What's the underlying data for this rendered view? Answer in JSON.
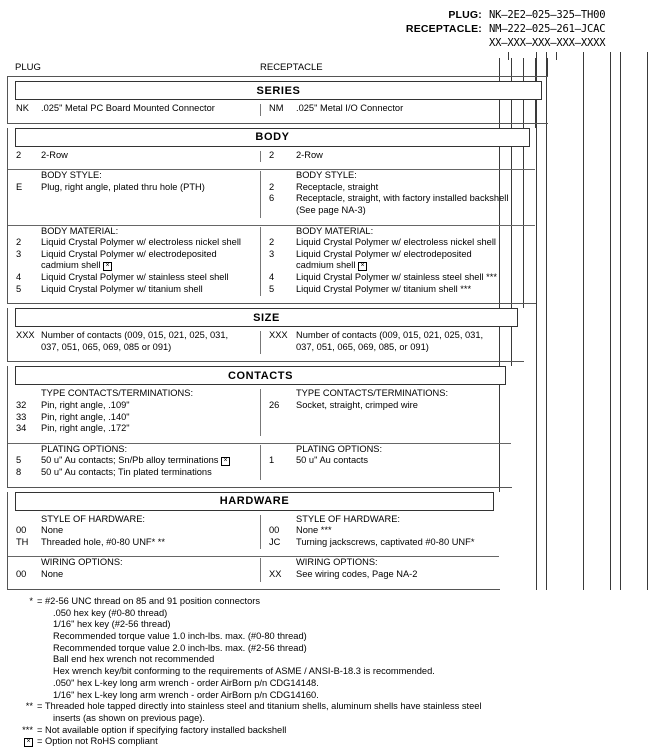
{
  "part_numbers": {
    "plug_label": "PLUG:",
    "receptacle_label": "RECEPTACLE:",
    "plug_value": "NK–2E2–025–325–TH00",
    "receptacle_value": "NM–222–025–261–JCAC",
    "mask_value": "XX–XXX–XXX–XXX–XXXX"
  },
  "columns": {
    "left": "PLUG",
    "right": "RECEPTACLE"
  },
  "sections": [
    {
      "title": "SERIES",
      "left": {
        "header": "",
        "items": [
          {
            "code": "NK",
            "text": ".025\" Metal PC Board Mounted Connector"
          }
        ]
      },
      "right": {
        "header": "",
        "items": [
          {
            "code": "NM",
            "text": ".025\" Metal I/O Connector"
          }
        ]
      }
    },
    {
      "title": "BODY",
      "groups": [
        {
          "left": {
            "header": "",
            "items": [
              {
                "code": "2",
                "text": "2-Row"
              }
            ]
          },
          "right": {
            "header": "",
            "items": [
              {
                "code": "2",
                "text": "2-Row"
              }
            ]
          }
        },
        {
          "left": {
            "header": "BODY STYLE:",
            "items": [
              {
                "code": "E",
                "text": "Plug, right angle, plated thru hole (PTH)"
              }
            ]
          },
          "right": {
            "header": "BODY STYLE:",
            "items": [
              {
                "code": "2",
                "text": "Receptacle, straight"
              },
              {
                "code": "6",
                "text": "Receptacle, straight, with factory installed backshell"
              },
              {
                "code": "",
                "text": "(See page NA-3)"
              }
            ]
          }
        },
        {
          "left": {
            "header": "BODY MATERIAL:",
            "items": [
              {
                "code": "2",
                "text": "Liquid Crystal Polymer w/ electroless nickel shell"
              },
              {
                "code": "3",
                "text": "Liquid Crystal Polymer w/ electrodeposited"
              },
              {
                "code": "",
                "text": "cadmium shell",
                "box": true
              },
              {
                "code": "4",
                "text": "Liquid Crystal Polymer w/ stainless steel shell"
              },
              {
                "code": "5",
                "text": "Liquid Crystal Polymer w/ titanium shell"
              }
            ]
          },
          "right": {
            "header": "BODY MATERIAL:",
            "items": [
              {
                "code": "2",
                "text": "Liquid Crystal Polymer w/ electroless nickel shell"
              },
              {
                "code": "3",
                "text": "Liquid Crystal Polymer w/ electrodeposited"
              },
              {
                "code": "",
                "text": "cadmium shell",
                "box": true
              },
              {
                "code": "4",
                "text": "Liquid Crystal Polymer w/ stainless steel shell ***"
              },
              {
                "code": "5",
                "text": "Liquid Crystal Polymer w/ titanium shell ***"
              }
            ]
          }
        }
      ]
    },
    {
      "title": "SIZE",
      "left": {
        "header": "",
        "items": [
          {
            "code": "XXX",
            "text": "Number of contacts (009, 015, 021, 025, 031,"
          },
          {
            "code": "",
            "text": "037, 051, 065, 069, 085 or 091)"
          }
        ]
      },
      "right": {
        "header": "",
        "items": [
          {
            "code": "XXX",
            "text": "Number of contacts (009, 015, 021, 025, 031,"
          },
          {
            "code": "",
            "text": "037, 051, 065, 069, 085, or 091)"
          }
        ]
      }
    },
    {
      "title": "CONTACTS",
      "groups": [
        {
          "left": {
            "header": "TYPE CONTACTS/TERMINATIONS:",
            "items": [
              {
                "code": "32",
                "text": "Pin, right angle, .109\""
              },
              {
                "code": "33",
                "text": "Pin, right angle, .140\""
              },
              {
                "code": "34",
                "text": "Pin, right angle, .172\""
              }
            ]
          },
          "right": {
            "header": "TYPE CONTACTS/TERMINATIONS:",
            "items": [
              {
                "code": "26",
                "text": "Socket, straight, crimped wire"
              }
            ]
          }
        },
        {
          "left": {
            "header": "PLATING OPTIONS:",
            "items": [
              {
                "code": "5",
                "text": "50 u\" Au contacts; Sn/Pb alloy terminations",
                "box": true
              },
              {
                "code": "8",
                "text": "50 u\" Au contacts; Tin plated terminations"
              }
            ]
          },
          "right": {
            "header": "PLATING OPTIONS:",
            "items": [
              {
                "code": "1",
                "text": "50 u\" Au contacts"
              }
            ]
          }
        }
      ]
    },
    {
      "title": "HARDWARE",
      "groups": [
        {
          "left": {
            "header": "STYLE OF HARDWARE:",
            "items": [
              {
                "code": "00",
                "text": "None"
              },
              {
                "code": "TH",
                "text": "Threaded hole, #0-80 UNF*  **"
              }
            ]
          },
          "right": {
            "header": "STYLE OF HARDWARE:",
            "items": [
              {
                "code": "00",
                "text": "None ***"
              },
              {
                "code": "JC",
                "text": "Turning jackscrews, captivated #0-80 UNF*"
              }
            ]
          }
        },
        {
          "left": {
            "header": "WIRING OPTIONS:",
            "items": [
              {
                "code": "00",
                "text": "None"
              }
            ]
          },
          "right": {
            "header": "WIRING OPTIONS:",
            "items": [
              {
                "code": "XX",
                "text": "See wiring codes, Page NA-2"
              }
            ]
          }
        }
      ]
    }
  ],
  "footnotes": [
    {
      "mark": "*",
      "text": "= #2-56 UNC thread on 85 and 91 position connectors",
      "indent": false
    },
    {
      "mark": "",
      "text": ".050 hex key (#0-80 thread)",
      "indent": true
    },
    {
      "mark": "",
      "text": "1/16\" hex key (#2-56 thread)",
      "indent": true
    },
    {
      "mark": "",
      "text": "Recommended torque value 1.0 inch-lbs. max. (#0-80 thread)",
      "indent": true
    },
    {
      "mark": "",
      "text": "Recommended torque value 2.0 inch-lbs. max. (#2-56 thread)",
      "indent": true
    },
    {
      "mark": "",
      "text": "Ball end hex wrench not recommended",
      "indent": true
    },
    {
      "mark": "",
      "text": "Hex wrench key/bit conforming to the requirements of ASME / ANSI-B-18.3 is recommended.",
      "indent": true
    },
    {
      "mark": "",
      "text": ".050\" hex L-key long arm wrench - order AirBorn p/n CDG14148.",
      "indent": true
    },
    {
      "mark": "",
      "text": "1/16\" hex L-key long arm wrench - order AirBorn p/n CDG14160.",
      "indent": true
    },
    {
      "mark": "**",
      "text": "= Threaded hole tapped directly into stainless steel and titanium shells, aluminum shells have stainless steel",
      "indent": false
    },
    {
      "mark": "",
      "text": "inserts (as shown on previous page).",
      "indent": true
    },
    {
      "mark": "***",
      "text": "= Not available option if specifying factory installed backshell",
      "indent": false
    },
    {
      "mark": "BOX",
      "text": "= Option not RoHS compliant",
      "indent": false
    }
  ]
}
